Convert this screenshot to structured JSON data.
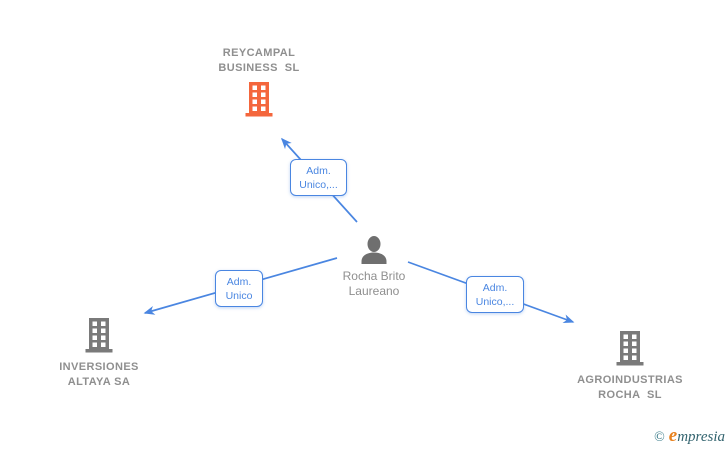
{
  "diagram": {
    "person": {
      "name_line1": "Rocha Brito",
      "name_line2": "Laureano"
    },
    "companies": {
      "top": {
        "line1": "REYCAMPAL",
        "line2": "BUSINESS  SL"
      },
      "left": {
        "line1": "INVERSIONES",
        "line2": "ALTAYA SA"
      },
      "right": {
        "line1": "AGROINDUSTRIAS",
        "line2": "ROCHA  SL"
      }
    },
    "edges": {
      "top": {
        "label_line1": "Adm.",
        "label_line2": "Unico,..."
      },
      "left": {
        "label_line1": "Adm.",
        "label_line2": "Unico"
      },
      "right": {
        "label_line1": "Adm.",
        "label_line2": "Unico,..."
      }
    },
    "colors": {
      "edge_color": "#4a86e1",
      "highlight_company_color": "#f4663c",
      "company_icon_color": "#7a7a7a",
      "person_icon_color": "#6f6f6f",
      "label_text_color": "#8f8f8f",
      "brand_orange": "#e8821e",
      "brand_teal": "#33646f",
      "copyright_color": "#3a7c8a"
    }
  },
  "footer": {
    "copyright_symbol": "©",
    "brand_first_letter": "e",
    "brand_rest": "mpresia"
  }
}
